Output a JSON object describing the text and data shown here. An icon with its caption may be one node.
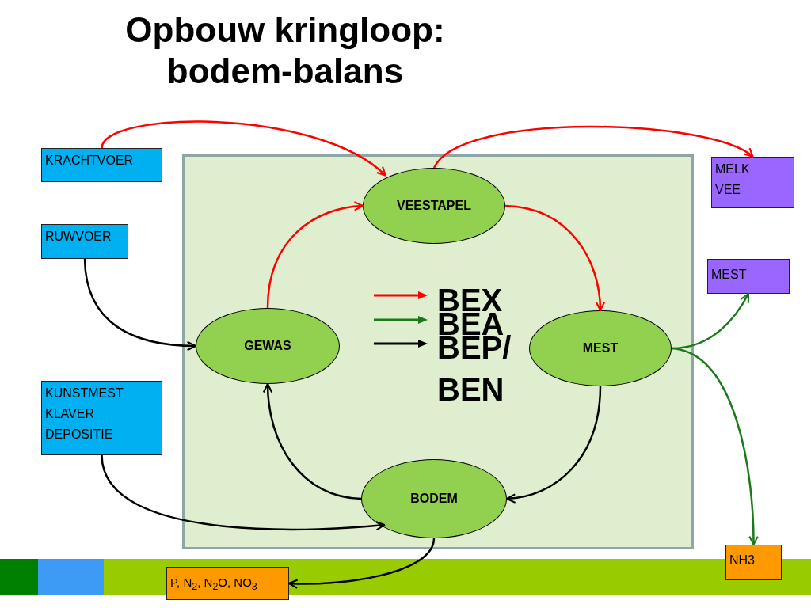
{
  "diagram": {
    "title": "Opbouw kringloop: bodem-balans",
    "nodes": [
      {
        "text": [],
        "shape": "box"
      },
      {
        "text": [
          "KRACHTVOER"
        ]
      },
      {
        "text": [
          "RUWVOER"
        ]
      },
      {
        "text": [
          "KUNSTMEST",
          "KLAVER",
          "DEPOSITIE"
        ]
      },
      {
        "text": [
          "VEESTAPEL"
        ],
        "in": 0
      },
      {
        "text": [
          "GEWAS"
        ],
        "in": 0
      },
      {
        "text": [
          "MEST"
        ],
        "in": 0
      },
      {
        "text": [
          "BODEM"
        ],
        "in": 0
      },
      {
        "text": [
          "MELK",
          "VEE"
        ]
      },
      {
        "text": [
          "MEST"
        ]
      },
      {
        "text": [
          "NH3"
        ]
      },
      {
        "text": [
          "P, N$_{2}$, N$_{2}$O, NO$_{3}$"
        ]
      }
    ],
    "edges": [
      {
        "from": 1,
        "to": 4,
        "arrow": "to",
        "color": "#ff0000"
      },
      {
        "from": 4,
        "to": 8,
        "arrow": "to",
        "color": "#ff0000"
      },
      {
        "from": 2,
        "to": 5,
        "arrow": "to"
      },
      {
        "from": 5,
        "to": 4,
        "arrow": "to",
        "color": "#ff0000"
      },
      {
        "from": 4,
        "to": 6,
        "arrow": "to",
        "color": "#ff0000"
      },
      {
        "from": 6,
        "to": 7,
        "arrow": "to"
      },
      {
        "from": 7,
        "to": 5,
        "arrow": "to"
      },
      {
        "from": 3,
        "to": 7,
        "arrow": "to"
      },
      {
        "from": 6,
        "to": 9,
        "arrow": "to",
        "color": "#1a7a1a"
      },
      {
        "from": 6,
        "to": 10,
        "arrow": "to",
        "color": "#1a7a1a"
      },
      {
        "from": 7,
        "to": 11,
        "arrow": "to"
      }
    ],
    "legend": [
      {
        "text": "BEX",
        "color": "#ff0000"
      },
      {
        "text": "BEA",
        "color": "#1a7a1a"
      },
      {
        "text": "BEP/ BEN",
        "color": "#000000"
      }
    ]
  }
}
